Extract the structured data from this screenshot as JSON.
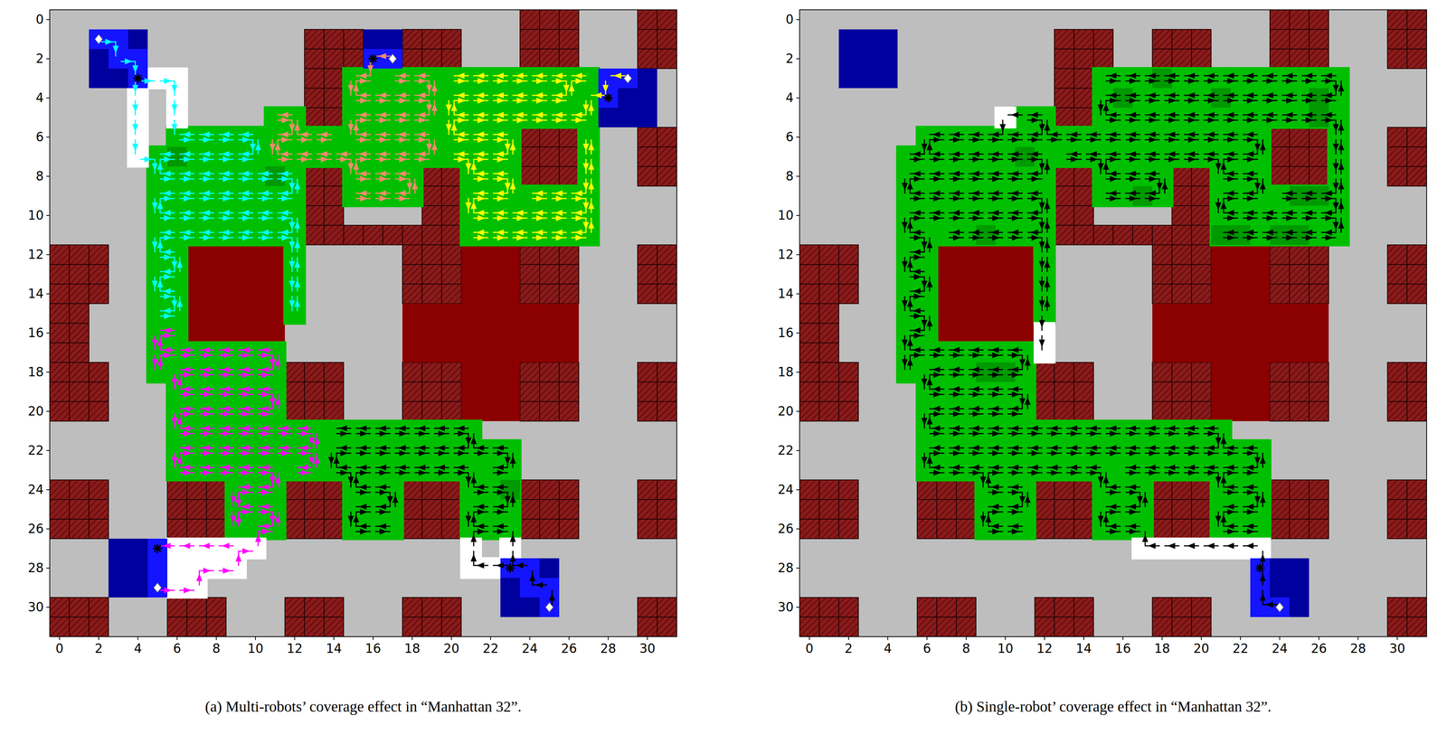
{
  "diagram": {
    "labels": [
      "0",
      "2",
      "4",
      "6",
      "8",
      "10",
      "12",
      "14",
      "16",
      "18",
      "20",
      "22",
      "24",
      "26",
      "28",
      "30",
      "0",
      "2",
      "4",
      "6",
      "8",
      "10",
      "12",
      "14",
      "16",
      "18",
      "20",
      "22",
      "24",
      "26",
      "28",
      "30",
      "(a) Multi-robots’ coverage effect in “Manhattan 32”.",
      "0",
      "2",
      "4",
      "6",
      "8",
      "10",
      "12",
      "14",
      "16",
      "18",
      "20",
      "22",
      "24",
      "26",
      "28",
      "30",
      "0",
      "2",
      "4",
      "6",
      "8",
      "10",
      "12",
      "14",
      "16",
      "18",
      "20",
      "22",
      "24",
      "26",
      "28",
      "30",
      "(b) Single-robot’ coverage effect in “Manhattan 32”."
    ]
  }
}
